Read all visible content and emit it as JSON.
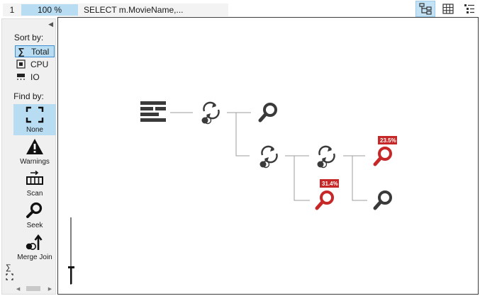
{
  "statement": {
    "number": "1",
    "cost_percent": "100 %",
    "sql_text": "SELECT m.MovieName,..."
  },
  "toolbar": {
    "views": [
      {
        "name": "plan-tree-view",
        "icon": "plan-tree-icon",
        "active": true
      },
      {
        "name": "grid-view",
        "icon": "grid-icon",
        "active": false
      },
      {
        "name": "list-view",
        "icon": "tree-list-icon",
        "active": false
      }
    ]
  },
  "sidebar": {
    "sort_label": "Sort by:",
    "sort_options": [
      {
        "label": "Total",
        "icon": "sum-icon",
        "selected": true
      },
      {
        "label": "CPU",
        "icon": "cpu-icon",
        "selected": false
      },
      {
        "label": "IO",
        "icon": "io-icon",
        "selected": false
      }
    ],
    "find_label": "Find by:",
    "find_options": [
      {
        "label": "None",
        "icon": "none-brackets-icon",
        "selected": true
      },
      {
        "label": "Warnings",
        "icon": "warning-icon",
        "selected": false
      },
      {
        "label": "Scan",
        "icon": "scan-icon",
        "selected": false
      },
      {
        "label": "Seek",
        "icon": "seek-icon",
        "selected": false
      },
      {
        "label": "Merge Join",
        "icon": "merge-join-icon",
        "selected": false
      }
    ]
  },
  "plan": {
    "operators": [
      {
        "id": "select",
        "icon": "select-operator-icon"
      },
      {
        "id": "loop-1",
        "icon": "nested-loops-icon"
      },
      {
        "id": "seek-1",
        "icon": "seek-operator-icon"
      },
      {
        "id": "loop-2",
        "icon": "nested-loops-icon"
      },
      {
        "id": "loop-3",
        "icon": "nested-loops-icon"
      },
      {
        "id": "seek-2",
        "icon": "seek-operator-icon",
        "cost_label": "31.4%",
        "highlight_color": "#c62828"
      },
      {
        "id": "seek-3",
        "icon": "seek-operator-icon",
        "cost_label": "23.5%",
        "highlight_color": "#c62828"
      },
      {
        "id": "seek-4",
        "icon": "seek-operator-icon"
      }
    ]
  },
  "colors": {
    "accent": "#b8dcf2",
    "selected_border": "#3d8ed3",
    "operator_icon": "#3a3a3a",
    "costly_operator": "#c62828"
  }
}
